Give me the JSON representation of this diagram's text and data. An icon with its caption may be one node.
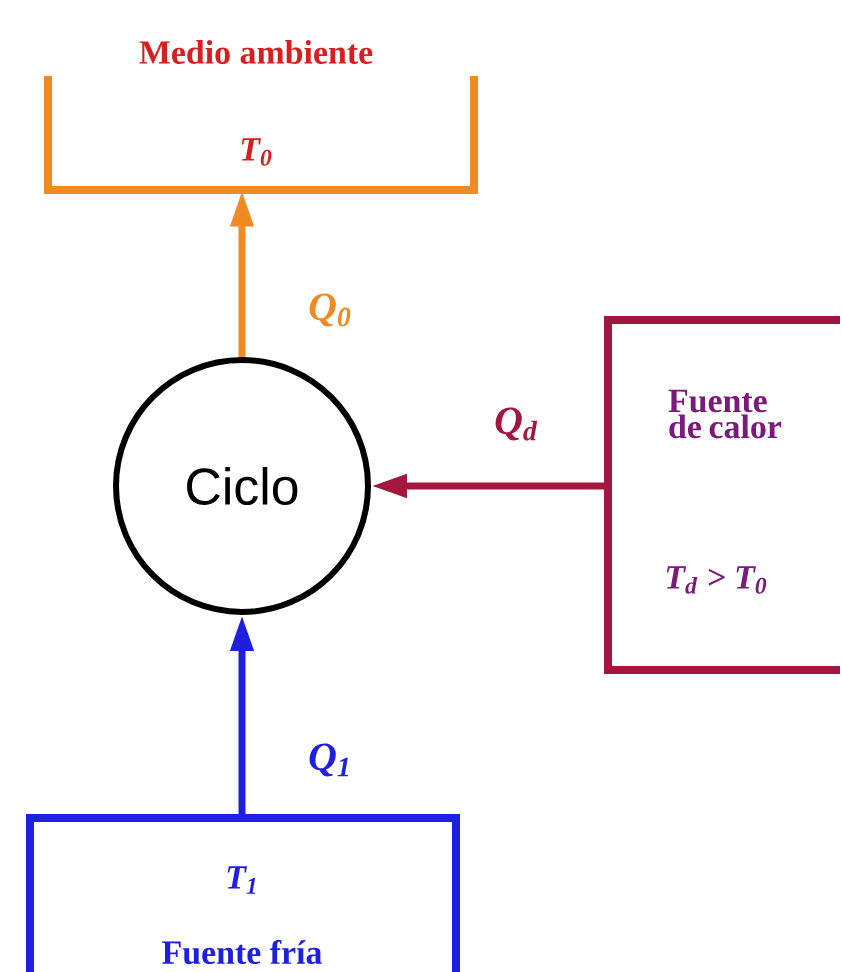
{
  "diagram": {
    "nodes": [
      {
        "text": [
          "Medio ambiente",
          "T$_{0}$"
        ]
      },
      {
        "text": [
          "Ciclo"
        ]
      },
      {
        "text": [
          "Fuente de calor",
          "T$_{d}$ > T$_{0}$"
        ]
      },
      {
        "text": [
          "T$_{1}$",
          "Fuente fría"
        ]
      }
    ],
    "edges": [
      {
        "from": 1,
        "to": 0,
        "arrow": "to",
        "label": "Q$_{0}$",
        "color": "#f08a24"
      },
      {
        "from": 2,
        "to": 1,
        "arrow": "to",
        "label": "Q$_{d}$",
        "color": "#a3173f"
      },
      {
        "from": 3,
        "to": 1,
        "arrow": "to",
        "label": "Q$_{1}$",
        "color": "#1f1fe0"
      }
    ]
  }
}
